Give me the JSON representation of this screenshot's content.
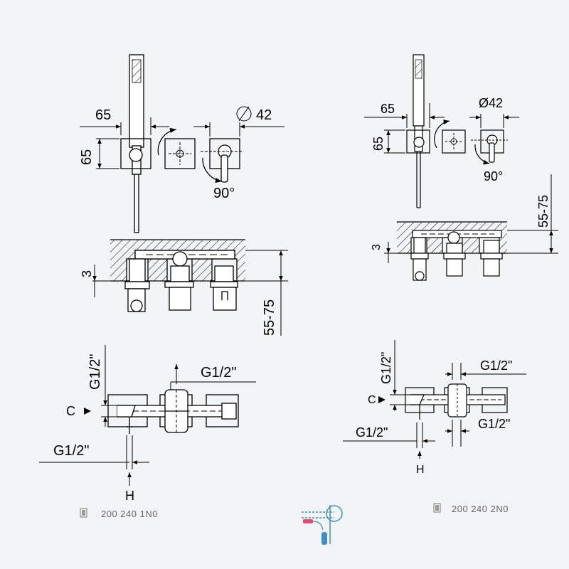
{
  "left_drawing": {
    "front": {
      "width": "65",
      "height": "65",
      "diameter": "42",
      "angle": "90°"
    },
    "section": {
      "depth": "3",
      "range": "55-75"
    },
    "top": {
      "g_vertical": "G1/2\"",
      "g_top": "G1/2\"",
      "g_bottom": "G1/2\"",
      "c": "C",
      "h": "H"
    },
    "code": "200 240 1N0"
  },
  "right_drawing": {
    "front": {
      "width": "65",
      "height": "65",
      "diameter": "Ø42",
      "angle": "90°"
    },
    "section": {
      "depth": "3",
      "range": "55-75"
    },
    "top": {
      "g_vertical": "G1/2\"",
      "g_top": "G1/2\"",
      "g_bottom_left": "G1/2\"",
      "g_bottom_right": "G1/2\"",
      "c": "C",
      "h": "H"
    },
    "code": "200 240 2N0"
  },
  "icons": [
    "product-code-icon",
    "installation-icon"
  ]
}
